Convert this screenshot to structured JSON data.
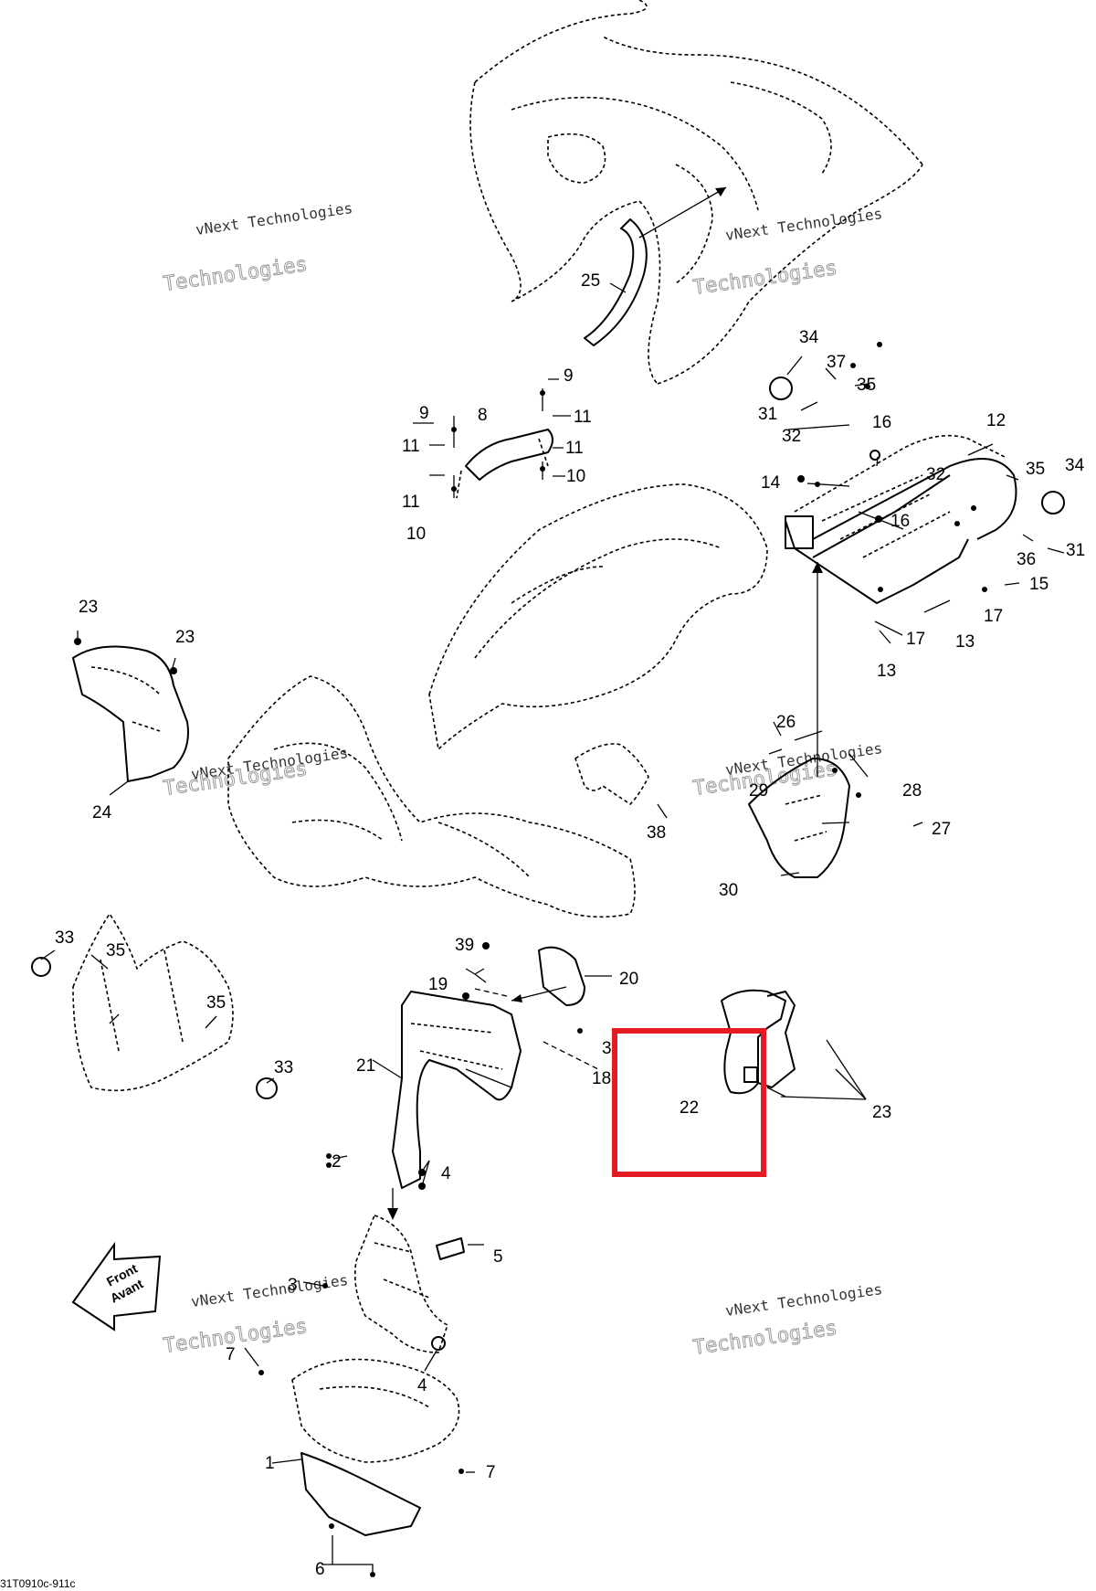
{
  "callouts": {
    "c1": "1",
    "c2": "2",
    "c3a": "3",
    "c3b": "3",
    "c4a": "4",
    "c4b": "4",
    "c5": "5",
    "c6": "6",
    "c7a": "7",
    "c7b": "7",
    "c8": "8",
    "c9a": "9",
    "c9b": "9",
    "c10a": "10",
    "c10b": "10",
    "c11a": "11",
    "c11b": "11",
    "c11c": "11",
    "c11d": "11",
    "c12": "12",
    "c13a": "13",
    "c13b": "13",
    "c14": "14",
    "c15": "15",
    "c16a": "16",
    "c16b": "16",
    "c17a": "17",
    "c17b": "17",
    "c18": "18",
    "c19": "19",
    "c20": "20",
    "c21": "21",
    "c22": "22",
    "c23a": "23",
    "c23b": "23",
    "c23c": "23",
    "c24": "24",
    "c25": "25",
    "c26": "26",
    "c27": "27",
    "c28": "28",
    "c29": "29",
    "c30": "30",
    "c31a": "31",
    "c31b": "31",
    "c32a": "32",
    "c32b": "32",
    "c33a": "33",
    "c33b": "33",
    "c34a": "34",
    "c34b": "34",
    "c35a": "35",
    "c35b": "35",
    "c35c": "35",
    "c35d": "35",
    "c36": "36",
    "c37": "37",
    "c38": "38",
    "c39": "39"
  },
  "watermark": {
    "line1": "vNext Technologies",
    "line2": "Technologies"
  },
  "front_arrow": {
    "line1": "Front",
    "line2": "Avant"
  },
  "drawing_code": "31T0910c-911c",
  "highlight": {
    "color": "#e31b23"
  }
}
